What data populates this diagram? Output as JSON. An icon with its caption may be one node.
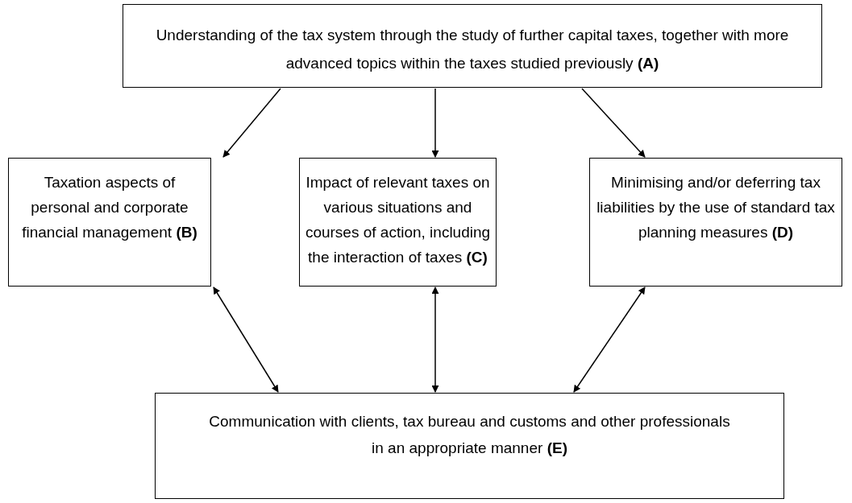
{
  "diagram": {
    "nodes": [
      {
        "text": [
          "Understanding of the tax system through the study of further capital taxes, together with more advanced topics within the taxes studied previously **(A)**"
        ]
      },
      {
        "text": [
          "Taxation aspects of personal and corporate financial management **(B)**"
        ]
      },
      {
        "text": [
          "Impact of relevant taxes on various situations and courses of action, including the interaction of taxes **(C)**"
        ]
      },
      {
        "text": [
          "Minimising and/or deferring tax liabilities by the use of standard tax planning measures **(D)**"
        ]
      },
      {
        "text": [
          "Communication with clients, tax bureau and customs and other professionals in an appropriate manner **(E)**"
        ]
      }
    ],
    "edges": [
      {
        "from": 0,
        "to": 1,
        "arrow": "to"
      },
      {
        "from": 0,
        "to": 2,
        "arrow": "to"
      },
      {
        "from": 0,
        "to": 3,
        "arrow": "to"
      },
      {
        "from": 1,
        "to": 4,
        "arrow": "both"
      },
      {
        "from": 2,
        "to": 4,
        "arrow": "both"
      },
      {
        "from": 3,
        "to": 4,
        "arrow": "both"
      }
    ]
  }
}
